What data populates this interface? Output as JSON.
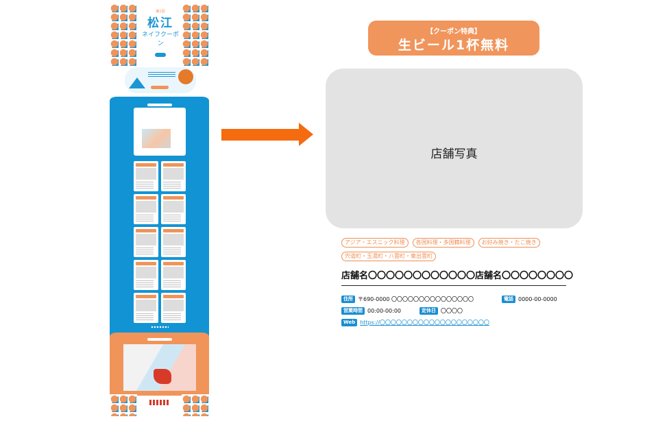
{
  "coupon": {
    "subtitle": "【クーポン特典】",
    "title": "生ビール1杯無料"
  },
  "photo_label": "店舗写真",
  "tags_row1": [
    "アジア・エスニック料理",
    "各国料理・多国籍料理",
    "お好み焼き・たこ焼き"
  ],
  "tags_row2": [
    "宍道町・玉湯町・八雲町・東出雲町"
  ],
  "shop_name": "店舗名〇〇〇〇〇〇〇〇〇〇〇〇店舗名〇〇〇〇〇〇〇〇",
  "info": {
    "address_label": "住所",
    "address": "〒690-0000 〇〇〇〇〇〇〇〇〇〇〇〇〇〇〇",
    "phone_label": "電話",
    "phone": "0000-00-0000",
    "hours_label": "営業時間",
    "hours": "00:00-00:00",
    "holiday_label": "定休日",
    "holiday": "〇〇〇〇",
    "web_label": "Web",
    "web": "https://〇〇〇〇〇〇〇〇〇〇〇〇〇〇〇〇〇〇〇〇"
  },
  "thumbnail": {
    "logo_prefix": "第1回",
    "logo_title": "松江",
    "logo_subtitle": "ネイフクーポン",
    "colors": {
      "blue": "#1294d4",
      "orange": "#f0945a"
    }
  },
  "arrow_color": "#f46b10"
}
